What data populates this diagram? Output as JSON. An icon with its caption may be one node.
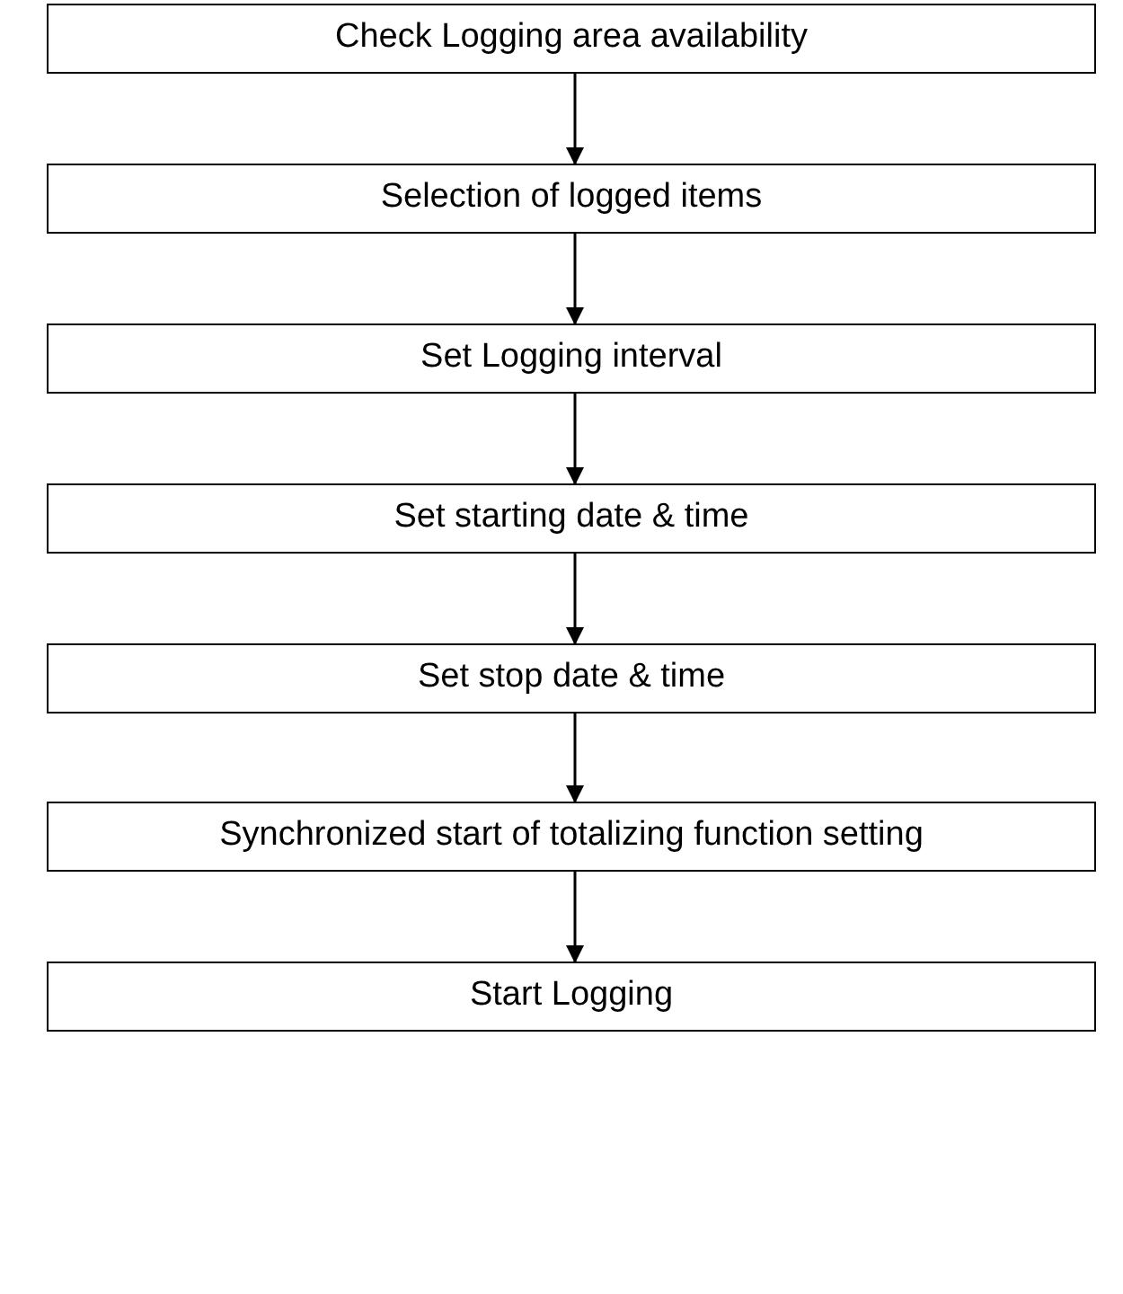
{
  "diagram": {
    "nodes": [
      {
        "text": [
          "Check Logging area availability"
        ]
      },
      {
        "text": [
          "Selection of logged items"
        ]
      },
      {
        "text": [
          "Set Logging interval"
        ]
      },
      {
        "text": [
          "Set starting date & time"
        ]
      },
      {
        "text": [
          "Set stop date & time"
        ]
      },
      {
        "text": [
          "Synchronized start of totalizing function setting"
        ]
      },
      {
        "text": [
          "Start Logging"
        ]
      }
    ],
    "edges": [
      {
        "from": 0,
        "to": 1,
        "arrow": "to"
      },
      {
        "from": 1,
        "to": 2,
        "arrow": "to"
      },
      {
        "from": 2,
        "to": 3,
        "arrow": "to"
      },
      {
        "from": 3,
        "to": 4,
        "arrow": "to"
      },
      {
        "from": 4,
        "to": 5,
        "arrow": "to"
      },
      {
        "from": 5,
        "to": 6,
        "arrow": "to"
      }
    ]
  }
}
